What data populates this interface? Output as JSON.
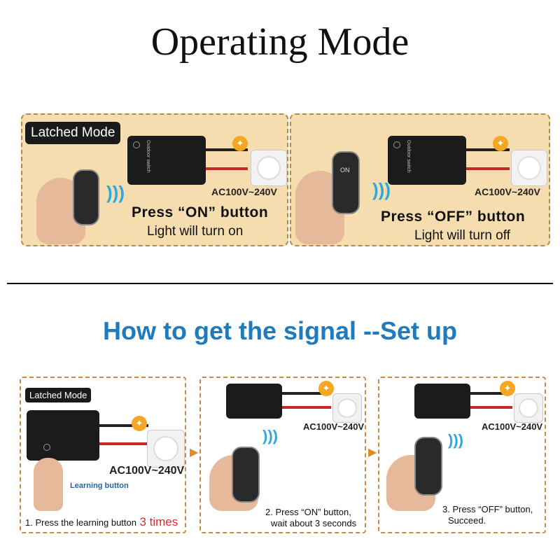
{
  "title": "Operating Mode",
  "operating": {
    "badge": "Latched Mode",
    "left": {
      "voltage": "AC100V~240V",
      "press": "Press “ON” button",
      "result": "Light will turn on"
    },
    "right": {
      "voltage": "AC100V~240V",
      "press": "Press “OFF” button",
      "result": "Light will turn off",
      "remote_key": "ON"
    }
  },
  "setup": {
    "title": "How to get the signal --Set up",
    "step1": {
      "badge": "Latched Mode",
      "voltage": "AC100V~240V",
      "learning_label": "Learning button",
      "text": "1. Press the learning button",
      "times": "3 times"
    },
    "step2": {
      "voltage": "AC100V~240V",
      "line1": "2. Press “ON” button,",
      "line2": "wait about 3 seconds"
    },
    "step3": {
      "voltage": "AC100V~240V",
      "line1": "3. Press “OFF” button,",
      "line2": "Succeed."
    }
  },
  "device_label": "Outdoor switch",
  "colors": {
    "panel": "#f6ddb0",
    "accent_blue": "#1e7bbd",
    "wave": "#2aa9e0",
    "arrow": "#e08a2a",
    "times": "#d32f2f"
  }
}
